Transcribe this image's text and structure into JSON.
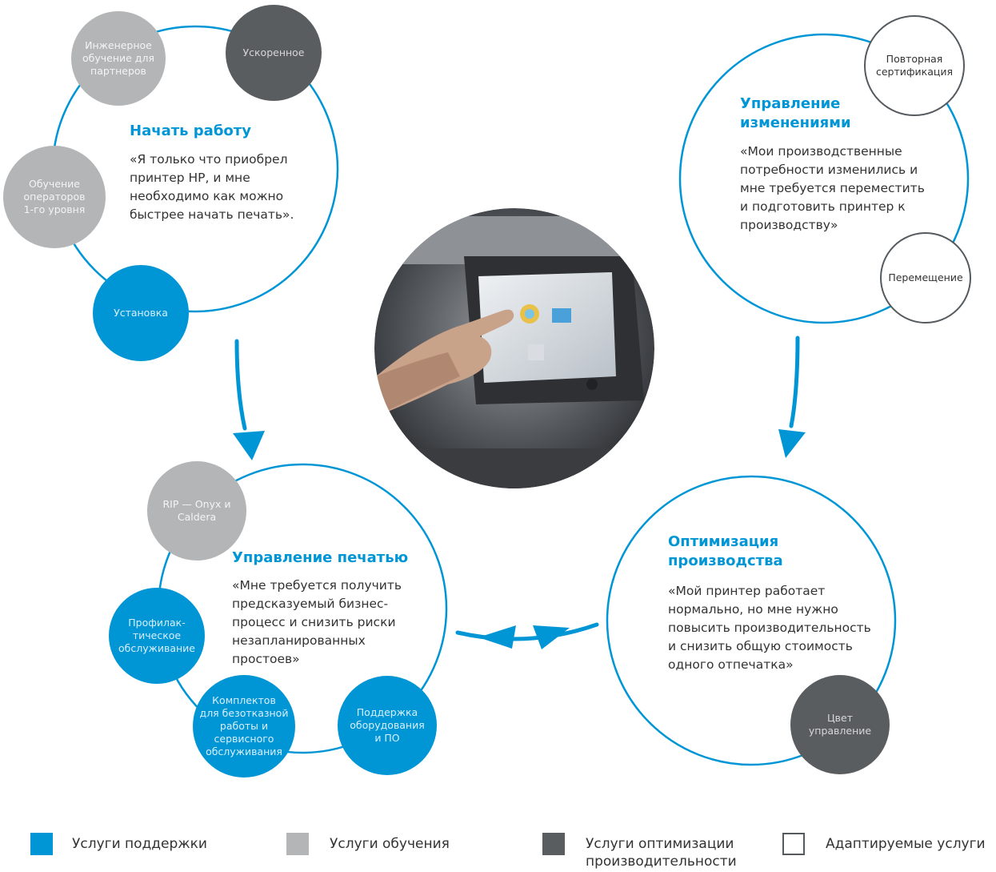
{
  "colors": {
    "support": "#0096d6",
    "training": "#b3b5b6",
    "optimization": "#5a5d60",
    "adaptive_border": "#555a5f",
    "accent": "#0096d6"
  },
  "stages": {
    "get_started": {
      "title": "Начать работу",
      "description": "«Я только что приобрел\nпринтер HP, и мне\nнеобходимо как можно\nбыстрее начать печать».",
      "services": {
        "partner_training": "Инженерное\nобучение для\nпартнеров",
        "accelerated": "Ускоренное",
        "operator_training": "Обучение\nоператоров\n1-го уровня",
        "installation": "Установка"
      }
    },
    "change_management": {
      "title": "Управление\nизменениями",
      "description": "«Мои производственные\nпотребности изменились и\nмне требуется переместить\nи подготовить принтер к\nпроизводству»",
      "services": {
        "recertification": "Повторная\nсертификация",
        "relocation": "Перемещение"
      }
    },
    "print_management": {
      "title": "Управление печатью",
      "description": "«Мне требуется получить\nпредсказуемый бизнес-\nпроцесс и снизить риски\nнезапланированных\nпростоев»",
      "services": {
        "rip": "RIP — Onyx и\nCaldera",
        "preventive": "Профилак-\nтическое\nобслуживание",
        "kits": "Комплектов\nдля безотказной\nработы и\nсервисного\nобслуживания",
        "hw_sw_support": "Поддержка\nоборудования\nи ПО"
      }
    },
    "production_optimization": {
      "title": "Оптимизация\nпроизводства",
      "description": "«Мой принтер работает\nнормально, но мне нужно\nповысить производительность\nи снизить общую стоимость\nодного отпечатка»",
      "services": {
        "color_management": "Цвет\nуправление"
      }
    }
  },
  "legend": {
    "support": "Услуги поддержки",
    "training": "Услуги обучения",
    "optimization": "Услуги оптимизации\nпроизводительности",
    "adaptive": "Адаптируемые услуги"
  }
}
